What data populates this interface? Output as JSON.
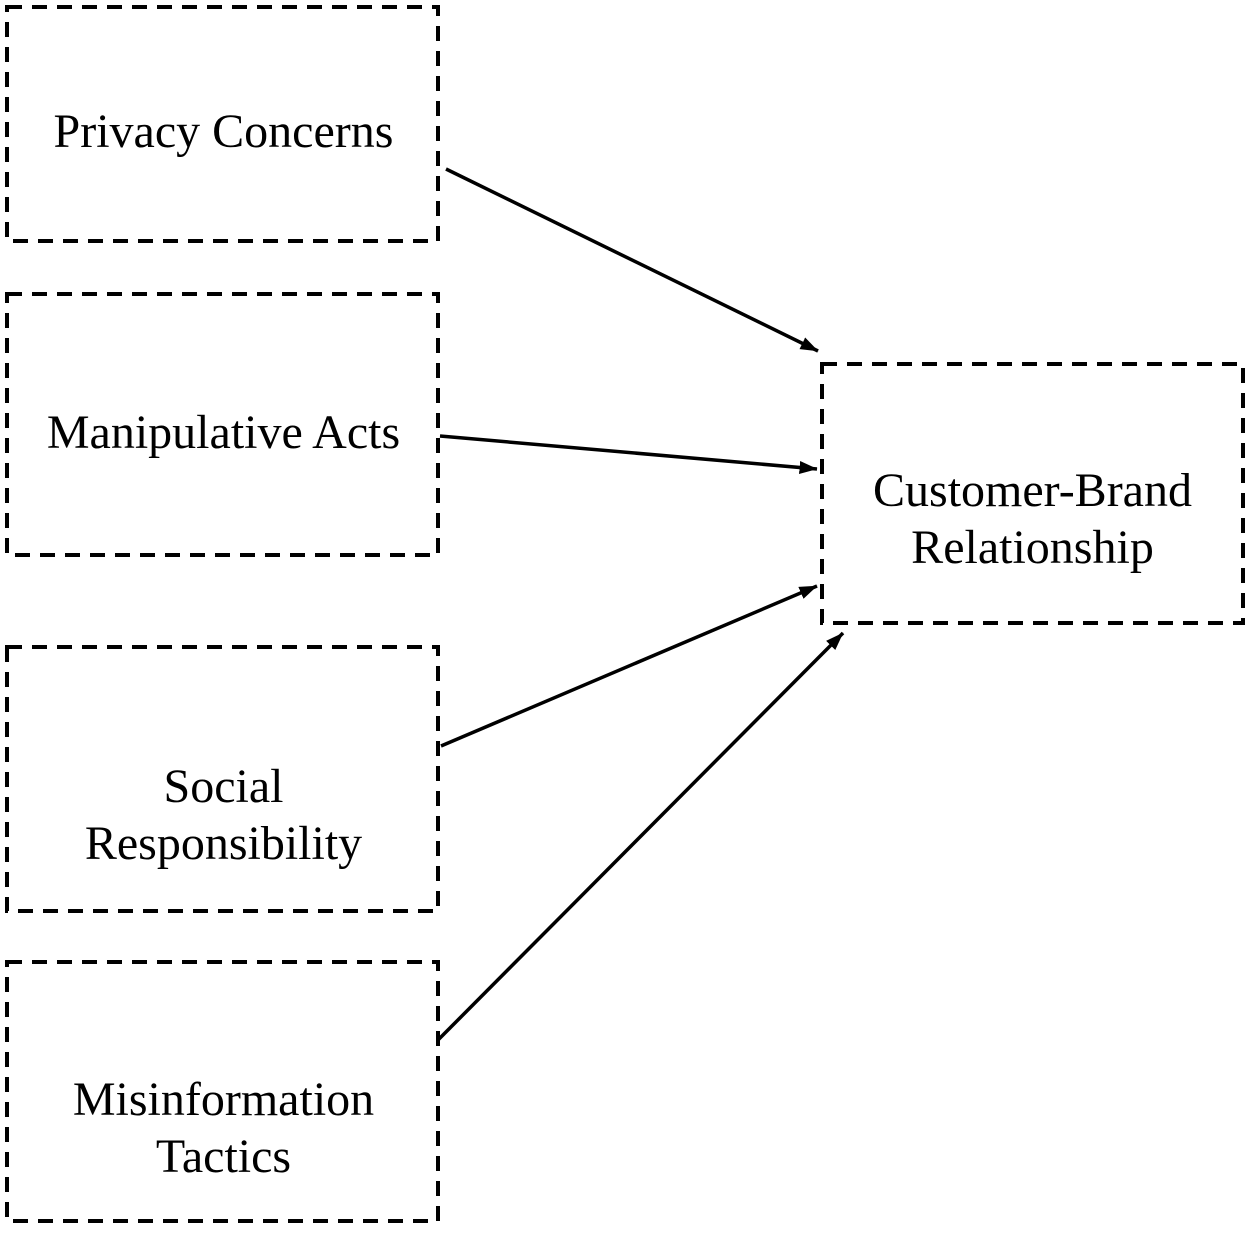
{
  "diagram": {
    "nodes": {
      "privacy": {
        "label": "Privacy Concerns"
      },
      "manipulative": {
        "label": "Manipulative Acts"
      },
      "social": {
        "label": "Social\nResponsibility"
      },
      "misinformation": {
        "label": "Misinformation\nTactics"
      },
      "outcome": {
        "label": "Customer-Brand\nRelationship"
      }
    },
    "edges": [
      {
        "from": "privacy",
        "to": "outcome"
      },
      {
        "from": "manipulative",
        "to": "outcome"
      },
      {
        "from": "social",
        "to": "outcome"
      },
      {
        "from": "misinformation",
        "to": "outcome"
      }
    ],
    "colors": {
      "stroke": "#000000",
      "text": "#000000",
      "background": "#ffffff"
    }
  }
}
